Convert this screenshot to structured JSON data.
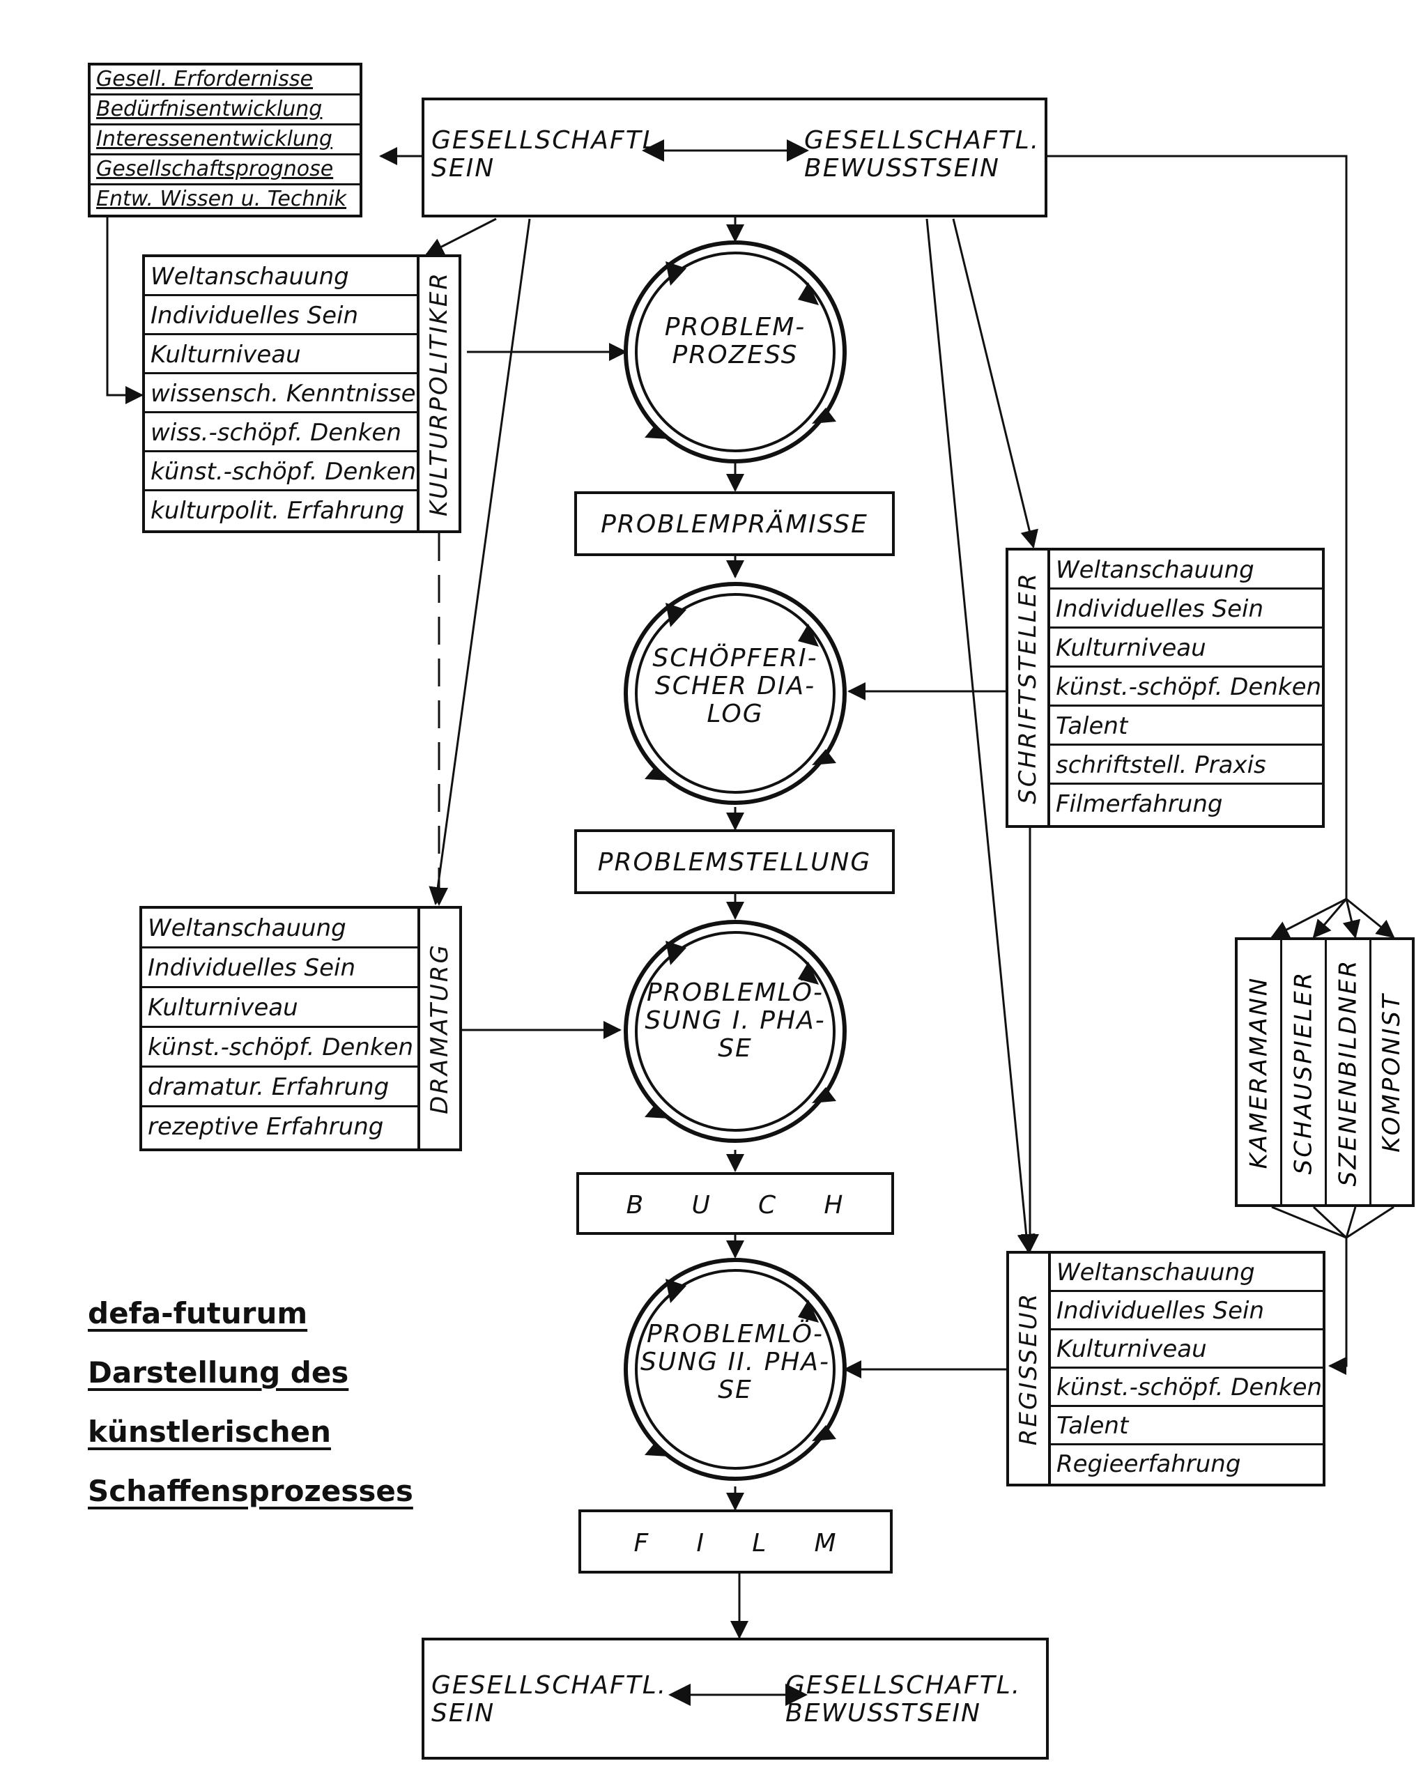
{
  "top_box": {
    "left": "GESELLSCHAFTL.\nSEIN",
    "right": "GESELLSCHAFTL.\nBEWUSSTSEIN"
  },
  "bottom_box": {
    "left": "GESELLSCHAFTL.\nSEIN",
    "right": "GESELLSCHAFTL.\nBEWUSSTSEIN"
  },
  "social_requirements": [
    "Gesell. Erfordernisse",
    "Bedürfnisentwicklung",
    "Interessenentwicklung",
    "Gesellschaftsprognose",
    "Entw. Wissen u. Technik"
  ],
  "kulturpolitiker": {
    "label": "KULTURPOLITIKER",
    "items": [
      "Weltanschauung",
      "Individuelles Sein",
      "Kulturniveau",
      "wissensch. Kenntnisse",
      "wiss.-schöpf. Denken",
      "künst.-schöpf. Denken",
      "kulturpolit. Erfahrung"
    ]
  },
  "schriftsteller": {
    "label": "SCHRIFTSTELLER",
    "items": [
      "Weltanschauung",
      "Individuelles Sein",
      "Kulturniveau",
      "künst.-schöpf. Denken",
      "Talent",
      "schriftstell. Praxis",
      "Filmerfahrung"
    ]
  },
  "dramaturg": {
    "label": "DRAMATURG",
    "items": [
      "Weltanschauung",
      "Individuelles Sein",
      "Kulturniveau",
      "künst.-schöpf. Denken",
      "dramatur. Erfahrung",
      "rezeptive Erfahrung"
    ]
  },
  "regisseur": {
    "label": "REGISSEUR",
    "items": [
      "Weltanschauung",
      "Individuelles Sein",
      "Kulturniveau",
      "künst.-schöpf. Denken",
      "Talent",
      "Regieerfahrung"
    ]
  },
  "roles": [
    "KAMERAMANN",
    "SCHAUSPIELER",
    "SZENENBILDNER",
    "KOMPONIST"
  ],
  "stages": {
    "problemprozess": "PROBLEM-\nPROZESS",
    "problempraemisse": "PROBLEMPRÄMISSE",
    "dialog": "SCHÖPFERI-\nSCHER DIA-\nLOG",
    "problemstellung": "PROBLEMSTELLUNG",
    "loesung1": "PROBLEMLÖ-\nSUNG I. PHA-\nSE",
    "buch": "B     U     C     H",
    "loesung2": "PROBLEMLÖ-\nSUNG II. PHA-\nSE",
    "film": "F     I     L     M"
  },
  "caption": [
    "defa-futurum",
    "Darstellung des",
    "künstlerischen",
    "Schaffensprozesses"
  ]
}
